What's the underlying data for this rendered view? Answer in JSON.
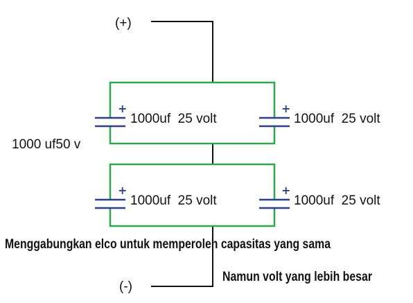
{
  "terminals": {
    "positive": "(+)",
    "negative": "(-)"
  },
  "capacitors": [
    {
      "label": "1000uf  25 volt",
      "polarity": "+"
    },
    {
      "label": "1000uf  25 volt",
      "polarity": "+"
    },
    {
      "label": "1000uf  25 volt",
      "polarity": "+"
    },
    {
      "label": "1000uf  25 volt",
      "polarity": "+"
    }
  ],
  "equivalent_label": "1000 uf50 v",
  "caption": {
    "line1": "Menggabungkan elco untuk memperoleh capasitas yang sama",
    "line2": "Namun volt yang lebih besar"
  },
  "colors": {
    "wire": "#111111",
    "group_wire": "#2aa84a",
    "capacitor": "#2a3f8f",
    "plus": "#2a3f8f",
    "text": "#111111"
  }
}
